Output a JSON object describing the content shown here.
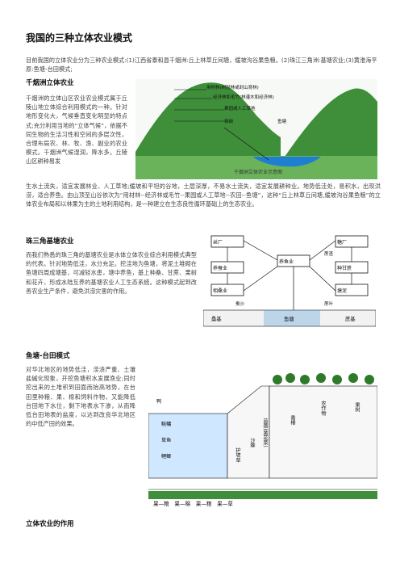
{
  "doc": {
    "title": "我国的三种立体农业模式",
    "intro": "目前我国的立体农业分为三种农业模式:(1)江西省泰和县千烟洲:丘上林草丘间塘，缓坡沟谷果鱼粮。(2)珠江三角洲:基塘农业;(3)黄淮海平原:鱼塘-台田模式;"
  },
  "sections": {
    "qianyanzhou": {
      "heading": "千烟洲立体农业",
      "para_left": "千烟洲的立体山区农业农业模式属于丘陵山地立体综合利用模式的一种。针对地形变化大，气候垂直变化明显的特点式;充分利用当地的“立体气候”，依据不同生物的生活习性和空间的多层次性，合理布局农、林、牧、渔、副业的农业模式。千烟洲气候湿润，降水多。丘陵山区耕种易发",
      "para_full": "生水土流失，适宜发展林业、人工草地;缓坡和平坦的谷地，土层深厚，不易水土流失，适宜发展耕种业。地势低洼处，易积水，出现洪涝，适合养鱼。由山顶至山谷依次为“用材林--经济林或毛竹--果园或人工草地--农田--鱼塘”，这种“丘上林草丘间塘,缓坡沟谷果鱼粮”的立体农业布局和以林果为主的土地利用结构，是一种建立在生态良性循环基础上的生态农业。",
      "fig_labels": [
        "用材林(树冠林或封山育林)",
        "经济林和毛竹(林灌木和经济林)",
        "果园或人工草地",
        "农田",
        "鱼塘"
      ],
      "fig_caption": "千烟洲立体农业示意图"
    },
    "jitang": {
      "heading": "珠三角基塘农业",
      "para": "而我们熟悉的珠三角的基塘农业是水体立体农业综合利用模式典型的代表。针对地势低洼，水分充足。挖洼地为鱼塘，将泥土堆砌在鱼塘四周成塘基，可减轻水患，塘中养鱼，基上种桑、甘蔗、果树和花卉，形成水陆互养的基塘农业人工生态系统。这种模式起到改善农业生产条件，避免洪涝灾害的作用。",
      "fig_labels": [
        "丝厂",
        "糖厂",
        "养蚕业",
        "桑基",
        "塘泥",
        "养鱼业",
        "蚕沙",
        "种甘蔗",
        "蔗叶",
        "塘泥",
        "相桑业",
        "桑叶",
        "蚕沙",
        "蔗渣",
        "塘泥",
        "桑基",
        "鱼塘",
        "蔗基"
      ]
    },
    "taitian": {
      "heading": "鱼塘-台田模式",
      "para": "对华北地区的地势低洼，涝渍严重、土壤盐碱化现象，开挖鱼塘积水发展渔业;同时挖出来的土堆积到田面而抬高地势，在台田里种粮、果、棉和饲料作物，又能降低台田地下水位，剩下地表水下渗，从而降低台田地表的盐度，以达到改良华北地区的中低产田的效果。",
      "fig_labels": [
        "鸭",
        "鲢鳙",
        "草鱼",
        "鲤鲫",
        "护坡草",
        "沙棘",
        "苜蓿(黄花菜)",
        "香椿",
        "农作物",
        "果树"
      ],
      "fig_bottom": "果—粮　果—棉　果—粮　果—草"
    },
    "effect": {
      "heading": "立体农业的作用"
    }
  },
  "colors": {
    "water": "#1e7fd0",
    "hill": "#3f8f3a",
    "ground": "#2f7a2a",
    "accent": "#111111"
  }
}
